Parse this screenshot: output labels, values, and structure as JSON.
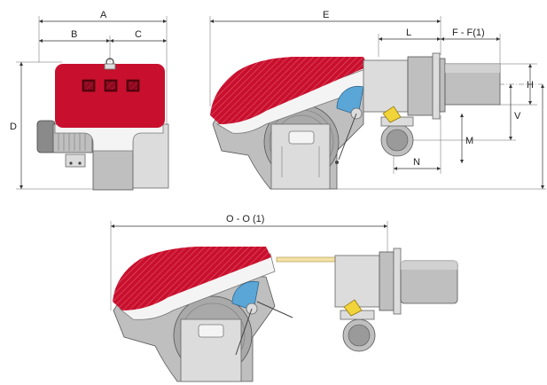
{
  "labels": {
    "A": "A",
    "B": "B",
    "C": "C",
    "D": "D",
    "E": "E",
    "L": "L",
    "F": "F - F(1)",
    "H": "H",
    "V": "V",
    "M": "M",
    "N": "N",
    "O": "O - O (1)"
  },
  "colors": {
    "housing_red": "#c8102e",
    "body_grey": "#bfbfbf",
    "damper_blue": "#5aa6d6",
    "servo_yellow": "#f1d33a"
  }
}
